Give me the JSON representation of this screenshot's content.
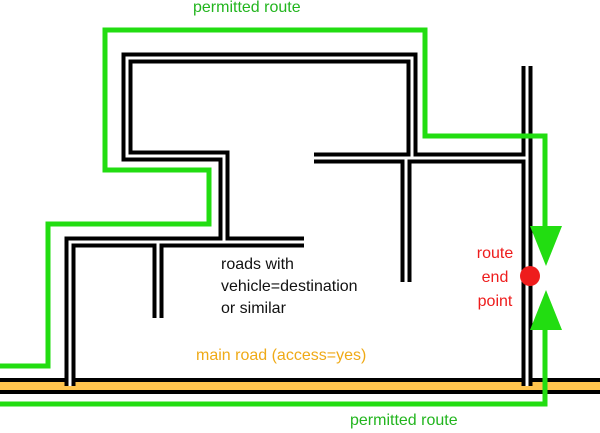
{
  "labels": {
    "route_top": "permitted route",
    "route_bottom": "permitted route",
    "main_road": "main road (access=yes)",
    "roads_line1": "roads with",
    "roads_line2": "vehicle=destination",
    "roads_line3": "or similar",
    "end_line1": "route",
    "end_line2": "end",
    "end_line3": "point"
  },
  "colors": {
    "route": "#22dd11",
    "main_road": "#ffc44d",
    "road_casing": "#000000",
    "end_point": "#ee1c1c",
    "route_text": "#22b51e",
    "main_road_text": "#efaa17"
  }
}
